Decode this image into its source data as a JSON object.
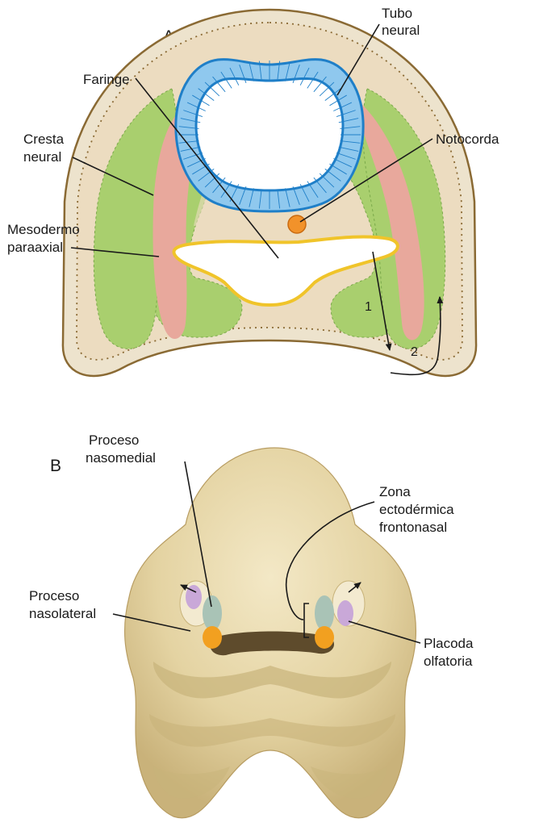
{
  "panel_a": {
    "letter": "A",
    "labels": {
      "tubo_1": "Tubo",
      "tubo_2": "neural",
      "faringe": "Faringe",
      "notocorda": "Notocorda",
      "cresta_1": "Cresta",
      "cresta_2": "neural",
      "mesodermo_1": "Mesodermo",
      "mesodermo_2": "paraaxial"
    },
    "arrows": {
      "one": "1",
      "two": "2"
    },
    "colors": {
      "ectoderm": "#ede3cd",
      "ectoderm_outline": "#8a6a34",
      "mesenchyme": "#ecdcc0",
      "neural_crest": "#a9cf6e",
      "paraxial_mesoderm": "#e8a89c",
      "neural_tube": "#8fc8ee",
      "neural_tube_outline": "#1f7fc8",
      "notochord": "#f2922a",
      "pharynx_outline": "#f0c42a"
    }
  },
  "panel_b": {
    "letter": "B",
    "labels": {
      "nasomedial_1": "Proceso",
      "nasomedial_2": "nasomedial",
      "zona_1": "Zona",
      "zona_2": "ectodérmica",
      "zona_3": "frontonasal",
      "nasolateral_1": "Proceso",
      "nasolateral_2": "nasolateral",
      "placoda_1": "Placoda",
      "placoda_2": "olfatoria"
    },
    "colors": {
      "embryo": "#e6d6a6",
      "embryo_shade": "#c8b37a",
      "placode": "#f2a020",
      "nasomedial": "#a9c3b6",
      "nasolateral": "#c9a8d8"
    }
  }
}
